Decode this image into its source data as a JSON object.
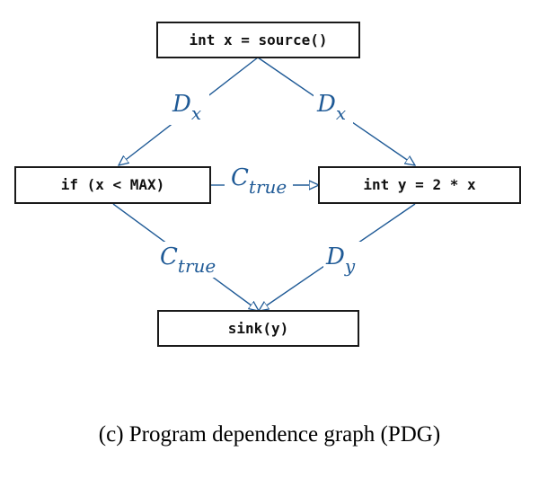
{
  "colors": {
    "edge": "#1f5a96",
    "node_border": "#1a1a1a",
    "text": "#111111"
  },
  "nodes": {
    "source": "int x = source()",
    "cond": "if (x < MAX)",
    "assign": "int y = 2 * x",
    "sink": "sink(y)"
  },
  "edges": {
    "source_to_cond": {
      "main": "D",
      "sub": "x"
    },
    "source_to_assign": {
      "main": "D",
      "sub": "x"
    },
    "cond_to_assign": {
      "main": "C",
      "sub": "true"
    },
    "cond_to_sink": {
      "main": "C",
      "sub": "true"
    },
    "assign_to_sink": {
      "main": "D",
      "sub": "y"
    }
  },
  "caption": "(c) Program dependence graph (PDG)"
}
